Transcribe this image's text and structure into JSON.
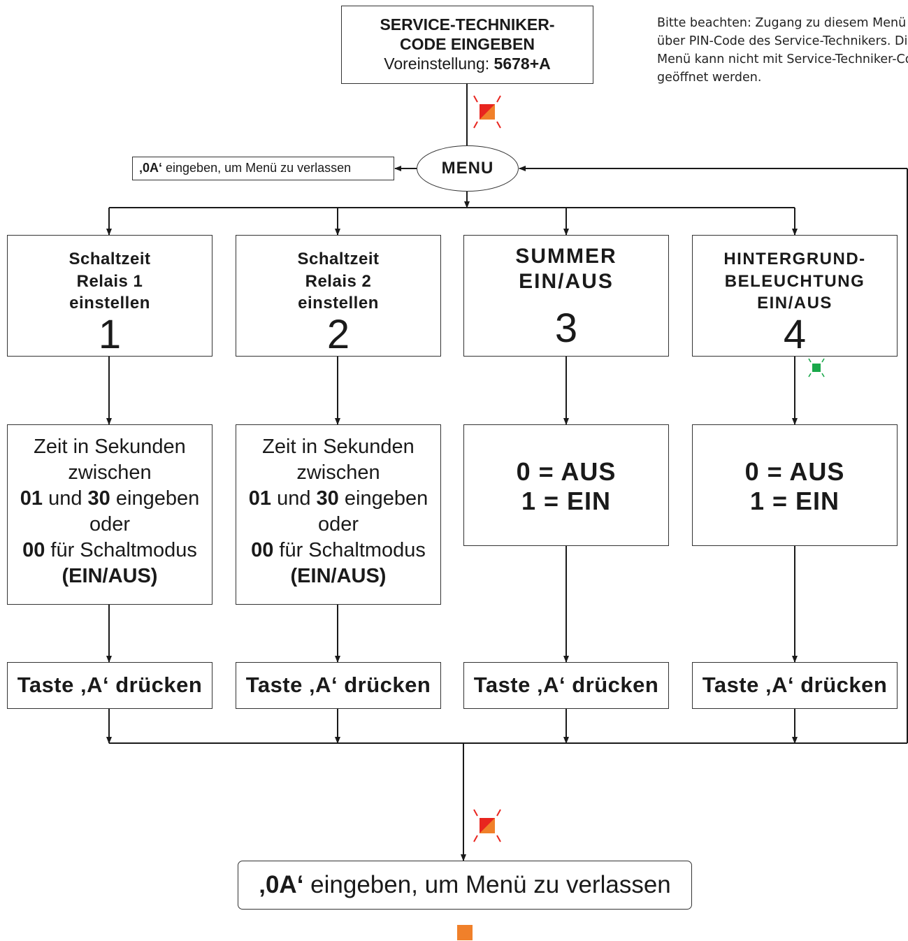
{
  "note": {
    "lines": [
      "Bitte beachten: Zugang zu diesem Menü nur",
      "über PIN-Code des Service-Technikers. Dieses",
      "Menü kann nicht mit Service-Techniker-Code",
      "geöffnet werden."
    ]
  },
  "code_box": {
    "line1": "SERVICE-TECHNIKER-",
    "line2": "CODE EINGEBEN",
    "default_label": "Voreinstellung:",
    "default_value": "5678+A"
  },
  "menu": {
    "label": "MENU"
  },
  "exit": {
    "code": "‚0A‘",
    "text": " eingeben, um Menü zu verlassen"
  },
  "options": [
    {
      "title": [
        "Schaltzeit",
        "Relais 1",
        "einstellen"
      ],
      "number": "1"
    },
    {
      "title": [
        "Schaltzeit",
        "Relais 2",
        "einstellen"
      ],
      "number": "2"
    },
    {
      "title": [
        "SUMMER",
        "EIN/AUS"
      ],
      "number": "3"
    },
    {
      "title": [
        "HINTERGRUND-",
        "BELEUCHTUNG",
        "EIN/AUS"
      ],
      "number": "4"
    }
  ],
  "relay_values": {
    "line1": "Zeit in Sekunden",
    "line2": "zwischen",
    "min": "01",
    "and": " und ",
    "max": "30",
    "enter": " eingeben",
    "or": "oder",
    "zero": "00",
    "mode": " für Schaltmodus",
    "onoff": "(EIN/AUS)"
  },
  "toggle_values": {
    "off": "0 = AUS",
    "on": "1 = EIN"
  },
  "key_label": "Taste ‚A‘ drücken",
  "colors": {
    "line": "#1a1a1a",
    "lamp_red": "#e8251f",
    "lamp_orange": "#f0802a",
    "lamp_green": "#19a84a"
  }
}
